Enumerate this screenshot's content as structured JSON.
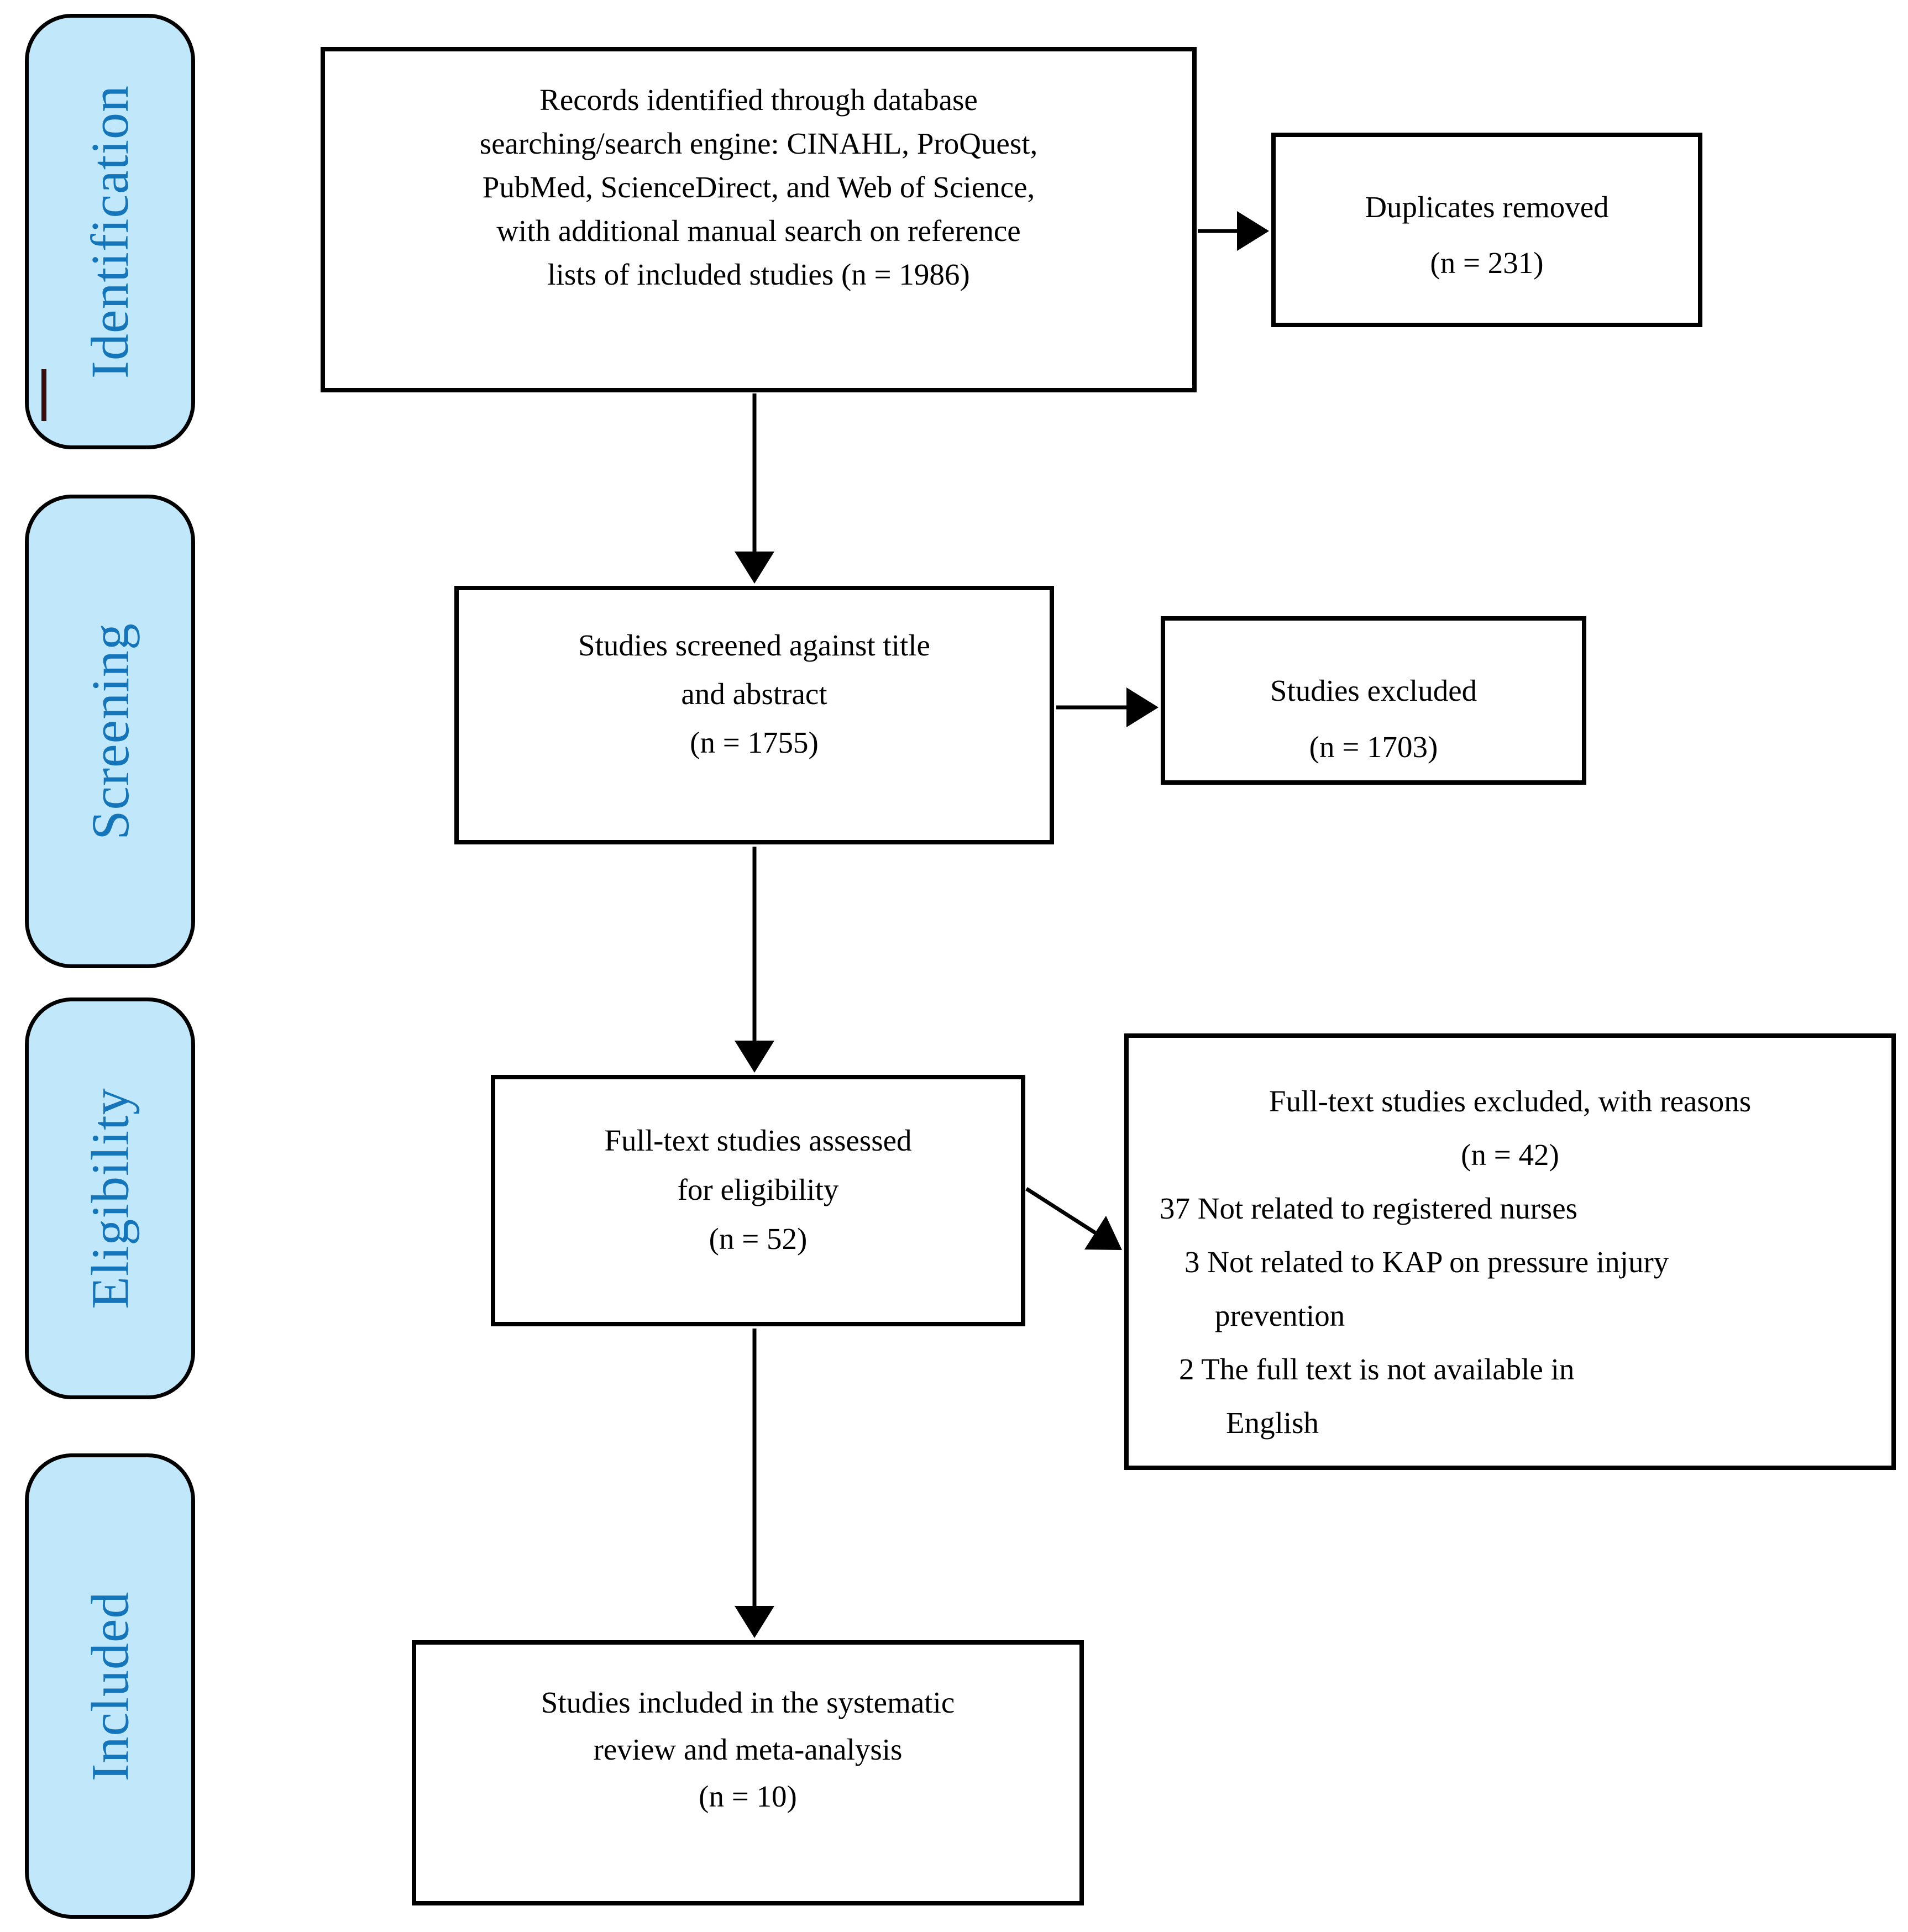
{
  "palette": {
    "stage_fill": "#c0e8fa",
    "stage_border": "#000000",
    "stage_text": "#1475ba",
    "box_fill": "#ffffff",
    "box_border": "#000000",
    "box_text": "#000000",
    "arrow": "#000000",
    "stray_mark": "#3a0f0d"
  },
  "stages": [
    {
      "label": "Identification"
    },
    {
      "label": "Screening"
    },
    {
      "label": "Eligibility"
    },
    {
      "label": "Included"
    }
  ],
  "boxes": {
    "records": {
      "lines": [
        "Records identified through database",
        "searching/search engine: CINAHL, ProQuest,",
        "PubMed, ScienceDirect, and Web of Science,",
        "with additional manual search on reference",
        "lists of included studies (n = 1986)"
      ]
    },
    "duplicates": {
      "lines": [
        "Duplicates removed",
        "(n = 231)"
      ]
    },
    "screened": {
      "lines": [
        "Studies screened against title",
        "and abstract",
        "(n = 1755)"
      ]
    },
    "excluded": {
      "lines": [
        "Studies excluded",
        "(n = 1703)"
      ]
    },
    "fulltext": {
      "lines": [
        "Full-text studies assessed",
        "for eligibility",
        "(n = 52)"
      ]
    },
    "reasons": {
      "lines": [
        "Full-text studies excluded, with reasons",
        "(n = 42)",
        "37 Not related to registered nurses",
        "3 Not related to KAP on pressure injury",
        "prevention",
        "2 The full text is not available in",
        "English"
      ]
    },
    "included_final": {
      "lines": [
        "Studies included in the systematic",
        "review and meta-analysis",
        "(n = 10)"
      ]
    }
  }
}
